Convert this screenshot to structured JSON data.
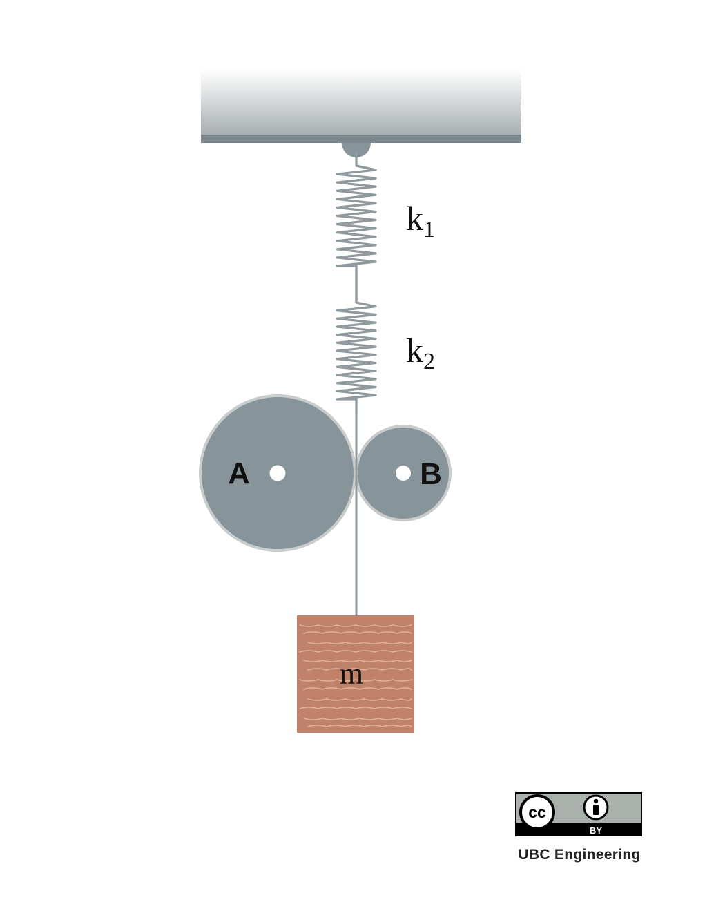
{
  "labels": {
    "spring_1": "k",
    "spring_1_sub": "1",
    "spring_2": "k",
    "spring_2_sub": "2",
    "pulley_a": "A",
    "pulley_b": "B",
    "mass": "m"
  },
  "license": {
    "cc": "cc",
    "by": "BY",
    "credit": "UBC Engineering"
  },
  "colors": {
    "ceiling_edge": "#7b878c",
    "spring": "#8f999e",
    "pulley_fill": "#87949a",
    "pulley_rim": "#c8cccd",
    "block_fill": "#c0836a",
    "block_grain": "#e2b39c",
    "label_dark": "#111111"
  }
}
